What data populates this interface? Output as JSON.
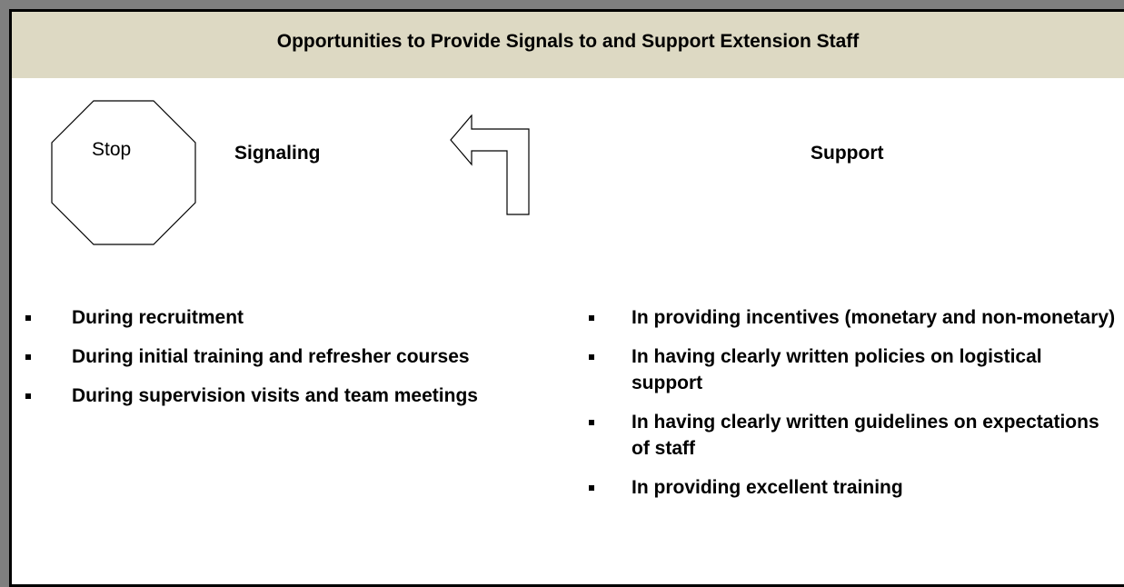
{
  "title": "Opportunities to Provide Signals to and Support Extension Staff",
  "stop_label": "Stop",
  "signaling": {
    "heading": "Signaling",
    "items": [
      "During recruitment",
      "During initial training and refresher courses",
      "During supervision visits and team meetings"
    ]
  },
  "support": {
    "heading": "Support",
    "items": [
      "In providing incentives (monetary and non-monetary)",
      "In having clearly written policies on logistical support",
      "In having clearly written guidelines on expectations of staff",
      "In providing excellent training"
    ]
  },
  "colors": {
    "title_bar": "#ddd9c3",
    "frame": "#7f7f7f",
    "text": "#000000"
  },
  "icons": [
    "stop-sign-icon",
    "turn-left-arrow-icon",
    "bullet-icon"
  ]
}
